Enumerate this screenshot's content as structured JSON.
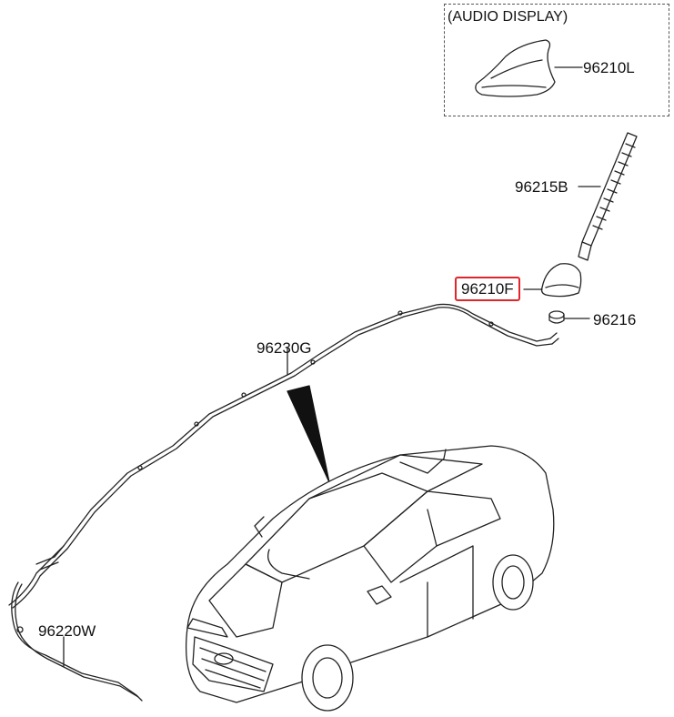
{
  "group": {
    "title": "(AUDIO DISPLAY)"
  },
  "parts": {
    "shark_antenna": "96210L",
    "antenna_rod": "96215B",
    "antenna_base": "96210F",
    "nut": "96216",
    "roof_cable": "96230G",
    "main_cable": "96220W"
  },
  "highlight_color": "#e0262b"
}
